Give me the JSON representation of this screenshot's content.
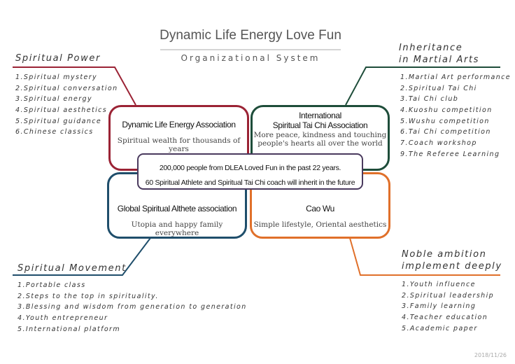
{
  "title": "Dynamic Life Energy Love Fun",
  "subtitle": "Organizational System",
  "colors": {
    "red": "#9b2335",
    "green": "#1e4d3a",
    "blue": "#1f4e6b",
    "orange": "#e0702a",
    "purple": "#4a3a5e"
  },
  "spiritual_power": {
    "heading": "Spiritual Power",
    "items": [
      "1.Spiritual mystery",
      "2.Spiritual conversation",
      "3.Spiritual energy",
      "4.Spiritual aesthetics",
      "5.Spiritual guidance",
      "6.Chinese classics"
    ]
  },
  "martial_arts": {
    "heading_line1": "Inheritance",
    "heading_line2": "in Martial Arts",
    "items": [
      "1.Martial Art performance",
      "2.Spiritual Tai Chi",
      "3.Tai Chi club",
      "4.Kuoshu competition",
      "5.Wushu competition",
      "6.Tai Chi competition",
      "7.Coach workshop",
      "9.The Referee Learning"
    ]
  },
  "spiritual_movement": {
    "heading": "Spiritual Movement",
    "items": [
      "1.Portable class",
      "2.Steps to the top in spirituality.",
      "3.Blessing and wisdom from generation to generation",
      "4.Youth entrepreneur",
      "5.International platform"
    ]
  },
  "noble_ambition": {
    "heading_line1": "Noble ambition",
    "heading_line2": "implement deeply",
    "items": [
      "1.Youth influence",
      "2.Spiritual leadership",
      "3.Family learning",
      "4.Teacher education",
      "5.Academic paper"
    ]
  },
  "boxes": {
    "dlea": {
      "title": "Dynamic Life Energy Association",
      "subtitle": "Spiritual wealth for thousands of years"
    },
    "istca": {
      "title_line1": "International",
      "title_line2": "Spiritual Tai Chi Association",
      "subtitle_line1": "More peace, kindness and touching",
      "subtitle_line2": "people's hearts all over the world"
    },
    "gsaa": {
      "title": "Global Spiritual Althete association",
      "subtitle": "Utopia and happy family everywhere"
    },
    "caowu": {
      "title": "Cao Wu",
      "subtitle": "Simple lifestyle, Oriental aesthetics"
    }
  },
  "center": {
    "line1": "200,000 people from DLEA  Loved Fun in the past 22 years.",
    "line2": "60 Spiritual Athlete and Spiritual Tai Chi coach will inherit in the future"
  },
  "date": "2018/11/26"
}
